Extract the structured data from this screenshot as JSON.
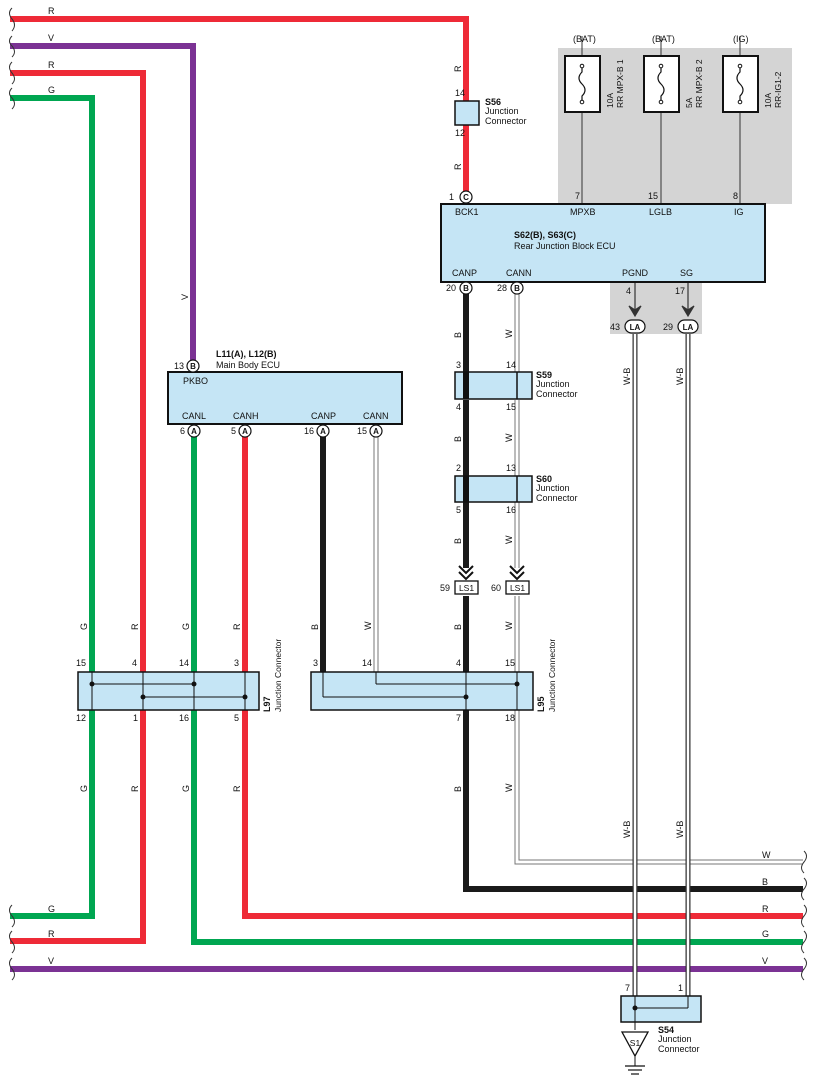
{
  "colors": {
    "R": "#ee2a37",
    "V": "#7b3294",
    "G": "#00a651",
    "B": "#1a1a1a",
    "W": "#c8c8c8",
    "WB": "#555555",
    "ecu_fill": "#c5e5f5",
    "shade": "#d4d4d4"
  },
  "wires": {
    "left": {
      "R1": "R",
      "V": "V",
      "R2": "R",
      "G": "G"
    },
    "right": {
      "W": "W",
      "B": "B",
      "R": "R",
      "G": "G",
      "V": "V"
    },
    "vertical": {
      "r_top": "R",
      "v_pkbo": "V",
      "b_canp": "B",
      "w_cann": "W",
      "wb": "W-B"
    }
  },
  "fuses": [
    {
      "source": "(BAT)",
      "rating": "10A",
      "name": "RR MPX-B 1",
      "pin": "7"
    },
    {
      "source": "(BAT)",
      "rating": "5A",
      "name": "RR MPX-B 2",
      "pin": "15"
    },
    {
      "source": "(IG)",
      "rating": "10A",
      "name": "RR-IG1-2",
      "pin": "8"
    }
  ],
  "rear_ecu": {
    "code": "S62(B), S63(C)",
    "name": "Rear Junction Block ECU",
    "top_terms": [
      "BCK1",
      "MPXB",
      "LGLB",
      "IG"
    ],
    "bottom_terms": [
      "CANP",
      "CANN",
      "PGND",
      "SG"
    ],
    "bck1_pin": "1",
    "bck1_conn": "C",
    "canp_pin": "20",
    "cann_pin": "28",
    "conn_b": "B",
    "pgnd_pin": "4",
    "sg_pin": "17",
    "la_conn": "LA",
    "la_pin1": "43",
    "la_pin2": "29"
  },
  "main_ecu": {
    "code": "L11(A), L12(B)",
    "name": "Main Body ECU",
    "pkbo_label": "PKBO",
    "pkbo_pin": "13",
    "pkbo_conn": "B",
    "terms": [
      "CANL",
      "CANH",
      "CANP",
      "CANN"
    ],
    "pins": [
      "6",
      "5",
      "16",
      "15"
    ],
    "conn": "A"
  },
  "junctions": {
    "s56": {
      "code": "S56",
      "name": "Junction Connector",
      "pin_top": "14",
      "pin_bottom": "12"
    },
    "s59": {
      "code": "S59",
      "name": "Junction Connector",
      "pins": [
        "3",
        "14",
        "4",
        "15"
      ]
    },
    "s60": {
      "code": "S60",
      "name": "Junction Connector",
      "pins": [
        "2",
        "13",
        "5",
        "16"
      ]
    },
    "l97": {
      "code": "L97",
      "name": "Junction Connector",
      "top_pins": [
        "15",
        "4",
        "14",
        "3"
      ],
      "bottom_pins": [
        "12",
        "1",
        "16",
        "5"
      ]
    },
    "l95": {
      "code": "L95",
      "name": "Junction Connector",
      "top_pins": [
        "3",
        "14",
        "4",
        "15"
      ],
      "bottom_pins": [
        "7",
        "18"
      ]
    },
    "s54": {
      "code": "S54",
      "name": "Junction Connector",
      "pins": [
        "7",
        "1"
      ]
    }
  },
  "ls1": {
    "label": "LS1",
    "pin1": "59",
    "pin2": "60"
  },
  "ground": {
    "label": "S1"
  }
}
